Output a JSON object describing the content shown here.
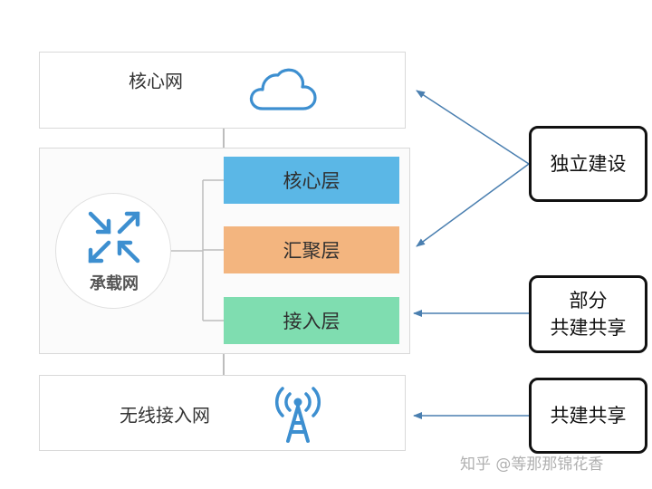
{
  "diagram": {
    "core_network": {
      "label": "核心网",
      "icon": "cloud-icon"
    },
    "bearer_network": {
      "label": "承载网",
      "icon": "arrows-converge-icon",
      "layers": [
        {
          "label": "核心层",
          "color": "#5bb7e6"
        },
        {
          "label": "汇聚层",
          "color": "#f3b57f"
        },
        {
          "label": "接入层",
          "color": "#7fddb0"
        }
      ]
    },
    "wireless_access_network": {
      "label": "无线接入网",
      "icon": "antenna-tower-icon"
    },
    "annotations": [
      {
        "lines": [
          "独立建设"
        ]
      },
      {
        "lines": [
          "部分",
          "共建共享"
        ]
      },
      {
        "lines": [
          "共建共享"
        ]
      }
    ],
    "arrow_color": "#4a7fb0",
    "watermark": "知乎 @等那那锦花香"
  }
}
